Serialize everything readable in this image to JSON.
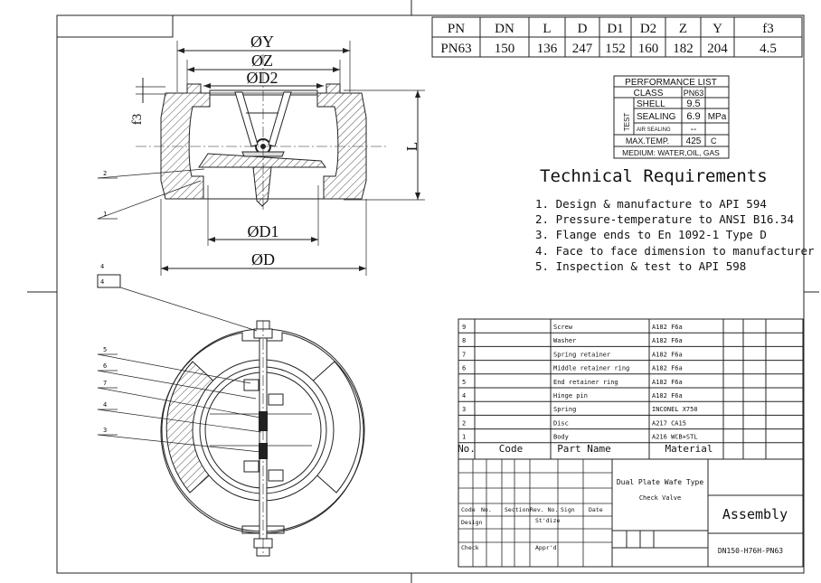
{
  "spec_table": {
    "headers": [
      "PN",
      "DN",
      "L",
      "D",
      "D1",
      "D2",
      "Z",
      "Y",
      "f3"
    ],
    "values": [
      "PN63",
      "150",
      "136",
      "247",
      "152",
      "160",
      "182",
      "204",
      "4.5"
    ]
  },
  "performance": {
    "title": "PERFORMANCE LIST",
    "class_label": "CLASS",
    "class_value": "PN63",
    "test_label": "TEST",
    "shell_label": "SHELL",
    "shell_value": "9.5",
    "sealing_label": "SEALING",
    "sealing_value": "6.9",
    "unit": "MPa",
    "air_label": "AIR SEALING",
    "air_value": "--",
    "maxtemp_label": "MAX.TEMP.",
    "maxtemp_value": "425",
    "maxtemp_unit": "C",
    "medium": "MEDIUM: WATER,OIL, GAS"
  },
  "requirements": {
    "title": "Technical Requirements",
    "items": [
      "1. Design & manufacture to API 594",
      "2. Pressure-temperature to  ANSI B16.34",
      "3. Flange ends to En 1092-1 Type D",
      "4. Face to face dimension to  manufacturer",
      "5. Inspection & test to API 598"
    ]
  },
  "dimensions": {
    "y": "ØY",
    "z": "ØZ",
    "d2": "ØD2",
    "d1": "ØD1",
    "d": "ØD",
    "l": "L",
    "f3": "f3"
  },
  "callouts": {
    "top": [
      "2",
      "1"
    ],
    "bottom_small": "4",
    "bottom_box": "4",
    "bottom": [
      "5",
      "6",
      "7",
      "4",
      "3"
    ]
  },
  "bom": {
    "rows": [
      {
        "no": "9",
        "part": "Screw",
        "material": "A182 F6a"
      },
      {
        "no": "8",
        "part": "Washer",
        "material": "A182 F6a"
      },
      {
        "no": "7",
        "part": "Spring retainer",
        "material": "A182 F6a"
      },
      {
        "no": "6",
        "part": "Middle retainer ring",
        "material": "A182 F6a"
      },
      {
        "no": "5",
        "part": "End retainer ring",
        "material": "A182 F6a"
      },
      {
        "no": "4",
        "part": "Hinge pin",
        "material": "A182 F6a"
      },
      {
        "no": "3",
        "part": "Spring",
        "material": "INCONEL X750"
      },
      {
        "no": "2",
        "part": "Disc",
        "material": "A217 CA15"
      },
      {
        "no": "1",
        "part": "Body",
        "material": "A216 WCB+STL"
      }
    ],
    "header": {
      "no": "No.",
      "code": "Code",
      "part": "Part Name",
      "material": "Material"
    }
  },
  "title_block": {
    "name_line1": "Dual Plate Wafe Type",
    "name_line2": "Check Valve",
    "assembly": "Assembly",
    "drawing_no": "DN150-H76H-PN63",
    "code": "Code",
    "no": "No.",
    "section": "Section",
    "rev_no": "Rev. No.",
    "sign": "Sign",
    "date": "Date",
    "design": "Design",
    "stdize": "St'dize",
    "check": "Check",
    "apprd": "Appr'd"
  }
}
